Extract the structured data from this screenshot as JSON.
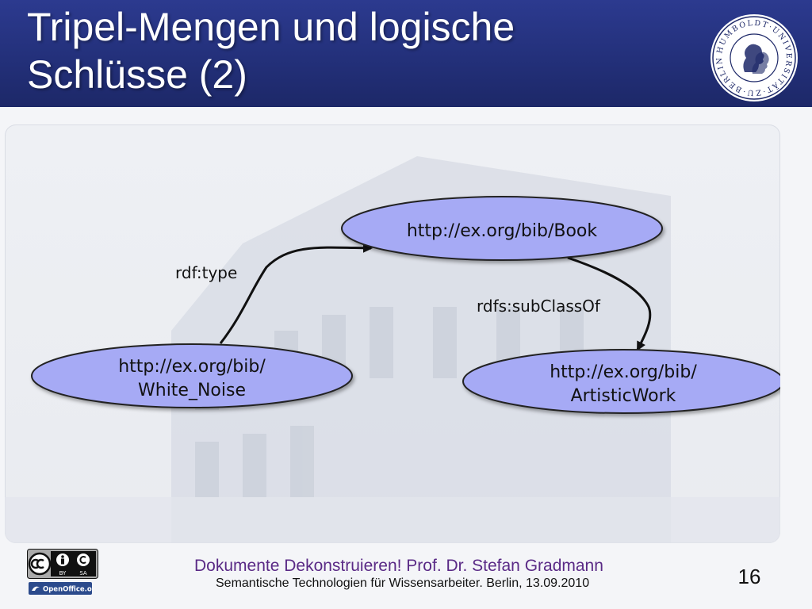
{
  "slide": {
    "title_lines": [
      "Tripel-Mengen und logische",
      "Schlüsse (2)"
    ],
    "page_number": "16"
  },
  "logo": {
    "seal_text": "HUMBOLDT-UNIVERSITÄT ZU BERLIN"
  },
  "diagram": {
    "nodes": {
      "book": {
        "lines": [
          "http://ex.org/bib/Book"
        ]
      },
      "white_noise": {
        "lines": [
          "http://ex.org/bib/",
          "White_Noise"
        ]
      },
      "artistic_work": {
        "lines": [
          "http://ex.org/bib/",
          "ArtisticWork"
        ]
      }
    },
    "edges": {
      "type": {
        "label": "rdf:type"
      },
      "subclass": {
        "label": "rdfs:subClassOf"
      }
    },
    "node_fill": "#a6aaf5",
    "node_stroke": "#222222"
  },
  "footer": {
    "line1": "Dokumente Dekonstruieren! Prof. Dr. Stefan Gradmann",
    "line2": "Semantische Technologien für Wissensarbeiter. Berlin, 13.09.2010"
  },
  "badges": {
    "cc_icon": "creative-commons-icon",
    "cc_by": "BY",
    "cc_sa": "SA",
    "openoffice": "OpenOffice.org"
  }
}
